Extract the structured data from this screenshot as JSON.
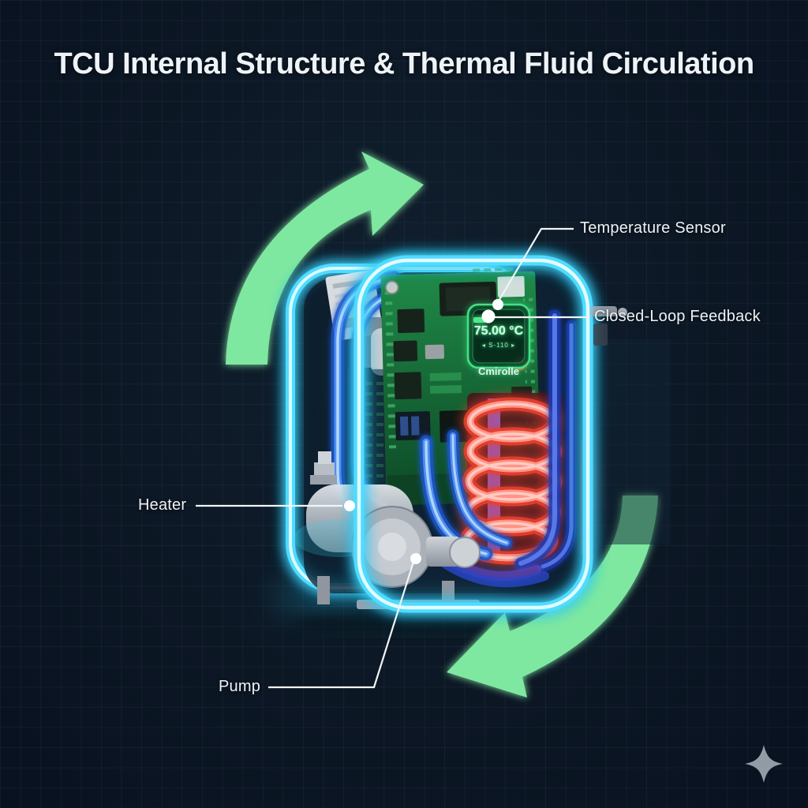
{
  "header": {
    "title": "TCU Internal Structure & Thermal Fluid Circulation"
  },
  "diagram": {
    "labels": {
      "temperature_sensor": "Temperature Sensor",
      "closed_loop_feedback": "Closed-Loop Feedback",
      "heater": "Heater",
      "pump": "Pump"
    },
    "display": {
      "temperature": "75.00 °C",
      "range": "◂ S-110 ▸",
      "controller": "Cmirolle"
    },
    "icons": {
      "circulation_arrow_top": "clockwise-curved-arrow",
      "circulation_arrow_bottom": "counterclockwise-curved-arrow",
      "sparkle": "four-point-star"
    },
    "colors": {
      "background": "#0c1724",
      "grid_line": "#1b2a3d",
      "case_glow_cyan": "#4fdcff",
      "coil_red": "#ff6a5c",
      "arrow_green": "#7fe8a0",
      "pcb_green": "#1c7a3f",
      "display_green": "#49e88a",
      "tube_blue": "#4f8ef0",
      "label_text": "#eef2f6",
      "sparkle_gray": "#9aa3ad"
    }
  }
}
